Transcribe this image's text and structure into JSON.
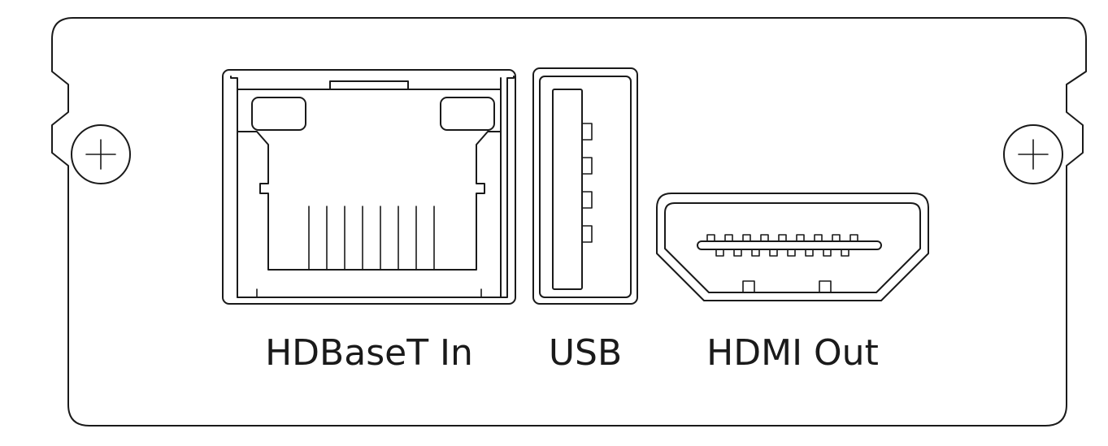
{
  "panel": {
    "stroke_color": "#1a1a1a",
    "background": "#ffffff",
    "labels": {
      "hdbaset": "HDBaseT In",
      "usb": "USB",
      "hdmi": "HDMI Out"
    }
  },
  "icons": {
    "left_screw": "screw-icon",
    "right_screw": "screw-icon",
    "rj45_port": "rj45-port-icon",
    "usb_port": "usb-port-icon",
    "hdmi_port": "hdmi-port-icon"
  }
}
